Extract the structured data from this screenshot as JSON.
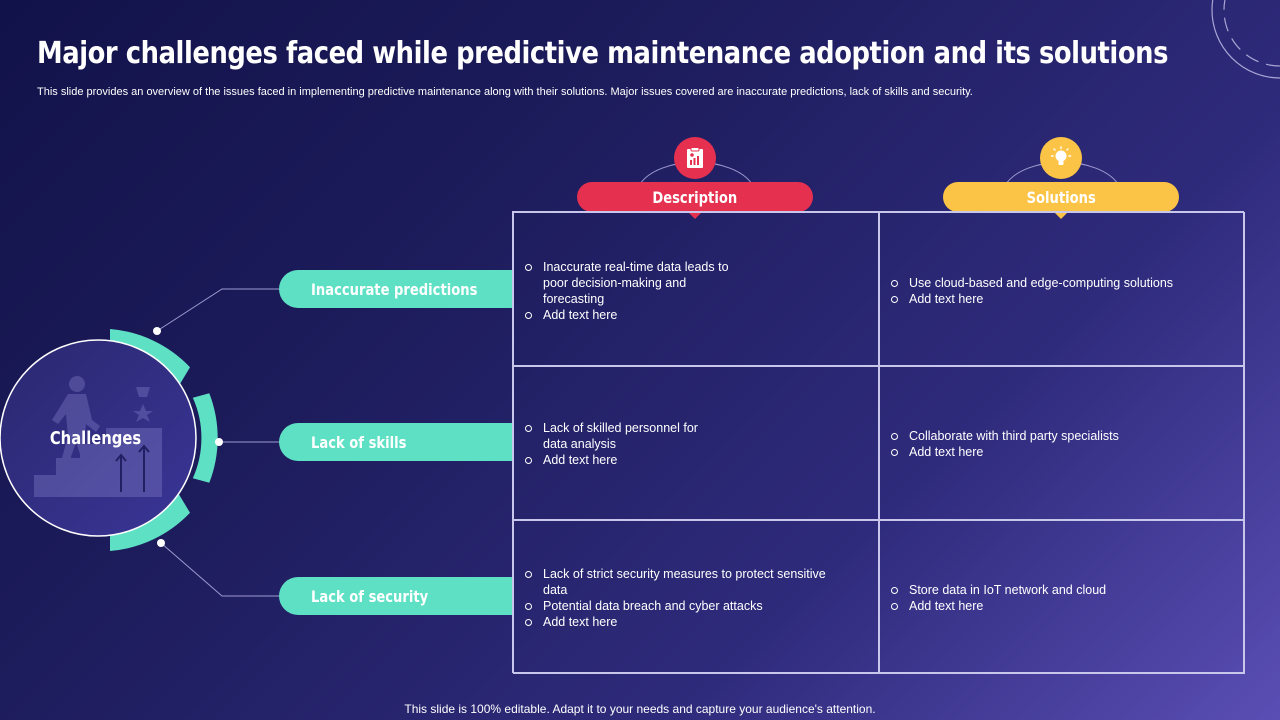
{
  "title": "Major challenges faced while predictive maintenance adoption and its solutions",
  "subtitle": "This slide provides an overview of the issues faced in implementing predictive maintenance along with their solutions. Major issues covered are inaccurate predictions, lack of skills and security.",
  "hub_label": "Challenges",
  "headers": {
    "description": "Description",
    "solutions": "Solutions"
  },
  "challenges": [
    {
      "label": "Inaccurate predictions"
    },
    {
      "label": "Lack of skills"
    },
    {
      "label": "Lack of security"
    }
  ],
  "rows": [
    {
      "description": [
        "Inaccurate real-time data leads to poor decision-making and forecasting",
        "Add text here"
      ],
      "solutions": [
        "Use cloud-based and edge-computing solutions",
        "Add text here"
      ]
    },
    {
      "description": [
        "Lack of skilled personnel for data analysis",
        "Add text here"
      ],
      "solutions": [
        "Collaborate with third party specialists",
        "Add text here"
      ]
    },
    {
      "description": [
        "Lack of strict security measures to protect sensitive data",
        "Potential data breach and cyber attacks",
        "Add text here"
      ],
      "solutions": [
        "Store data in IoT network and cloud",
        "Add text here"
      ]
    }
  ],
  "footer": "This slide is 100% editable. Adapt it to your needs and capture your audience's attention.",
  "icons": {
    "description": "clipboard-chart-icon",
    "solutions": "lightbulb-icon",
    "hub": "stairs-climbing-person-icon"
  },
  "colors": {
    "accent_teal": "#5ee0c4",
    "description_red": "#e5304f",
    "solutions_yellow": "#fcc446",
    "grid_line": "#c9c6ec"
  }
}
